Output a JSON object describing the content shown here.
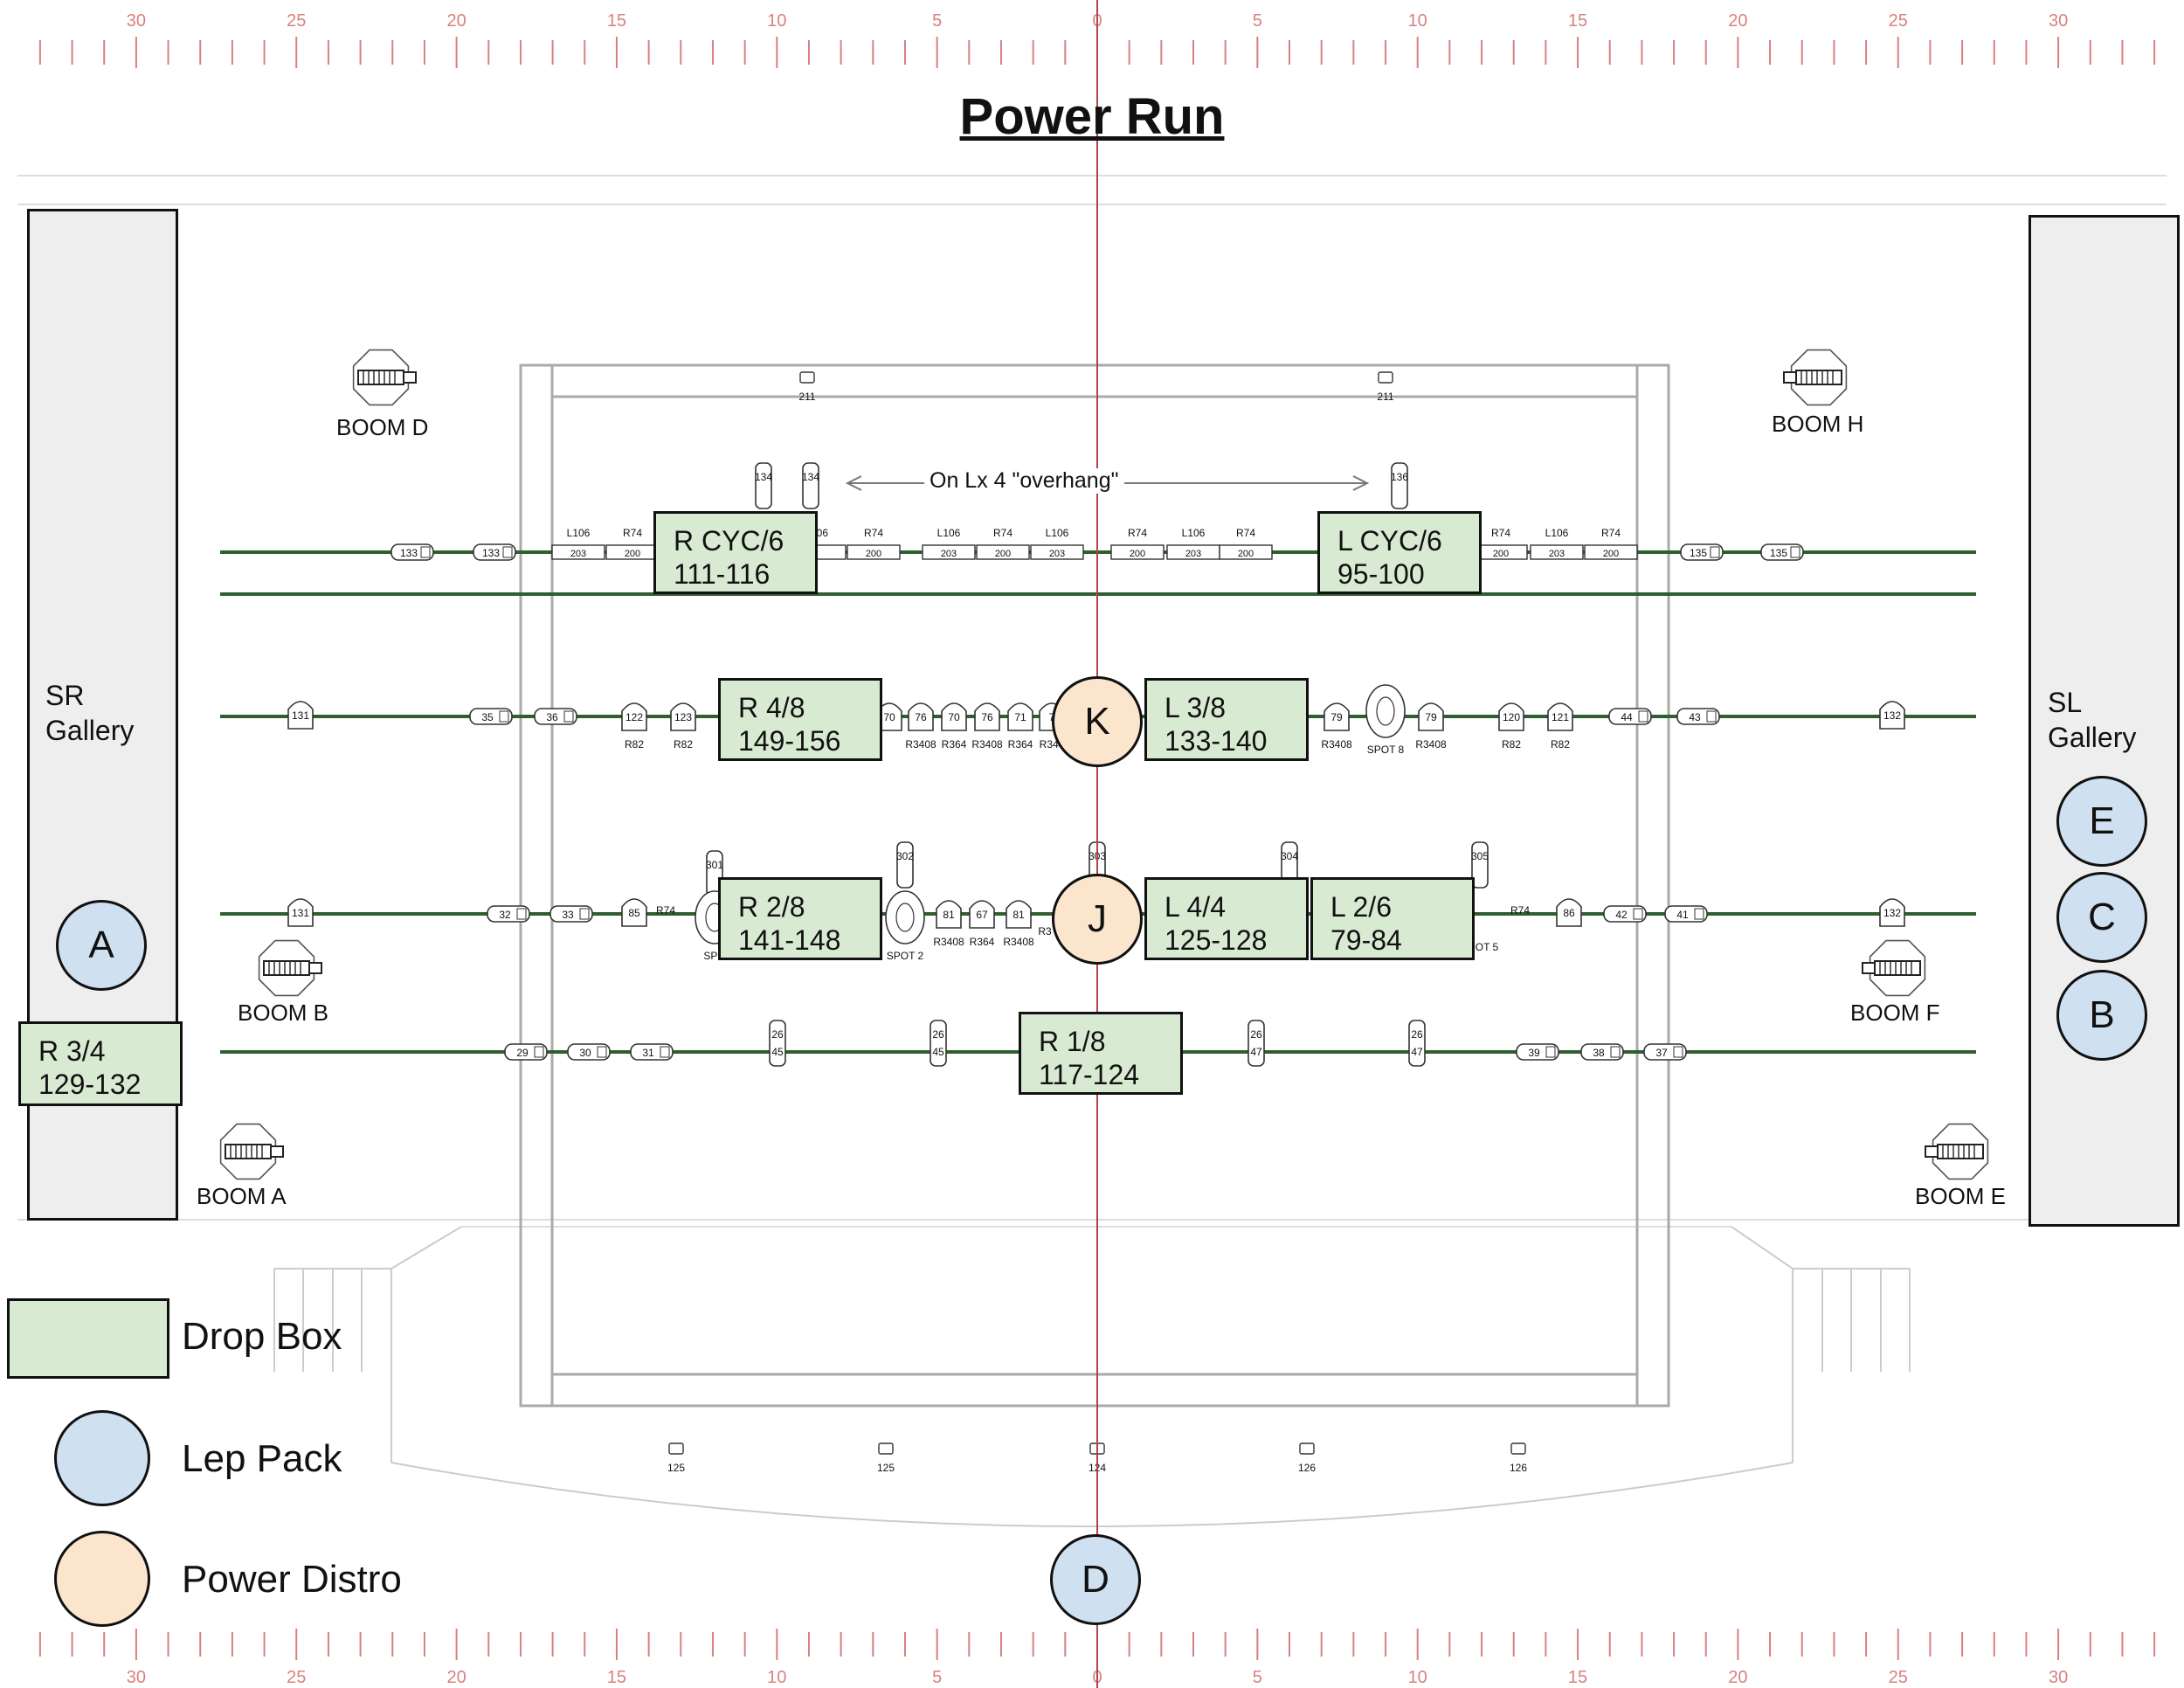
{
  "title": "Power Run",
  "ruler": {
    "labels": [
      "30",
      "25",
      "20",
      "15",
      "10",
      "5",
      "0",
      "5",
      "10",
      "15",
      "20",
      "25",
      "30"
    ]
  },
  "galleries": {
    "sr": "SR\nGallery",
    "sl": "SL\nGallery"
  },
  "booms": {
    "a": "BOOM A",
    "b": "BOOM B",
    "d": "BOOM D",
    "e": "BOOM E",
    "f": "BOOM F",
    "h": "BOOM H"
  },
  "overhang_note": "On Lx 4 \"overhang\"",
  "drop_boxes": {
    "r_cyc": {
      "name": "R CYC/6",
      "range": "111-116"
    },
    "l_cyc": {
      "name": "L CYC/6",
      "range": "95-100"
    },
    "r48": {
      "name": "R 4/8",
      "range": "149-156"
    },
    "l38": {
      "name": "L 3/8",
      "range": "133-140"
    },
    "r28": {
      "name": "R 2/8",
      "range": "141-148"
    },
    "l44": {
      "name": "L 4/4",
      "range": "125-128"
    },
    "l26": {
      "name": "L 2/6",
      "range": "79-84"
    },
    "r18": {
      "name": "R 1/8",
      "range": "117-124"
    },
    "r34": {
      "name": "R 3/4",
      "range": "129-132"
    }
  },
  "lep_packs": {
    "a": "A",
    "b": "B",
    "c": "C",
    "d": "D",
    "e": "E"
  },
  "power_distros": {
    "j": "J",
    "k": "K"
  },
  "legend": {
    "drop_box": "Drop Box",
    "lep_pack": "Lep Pack",
    "power_distro": "Power Distro"
  },
  "colors": {
    "drop_box": "#d9ead3",
    "lep_pack": "#cfe0f1",
    "power_distro": "#fce5cd",
    "pipe": "#2f5f2f",
    "centerline": "#b04545",
    "ruler": "#d98080"
  },
  "fixtures": {
    "lx4_upper": [
      "211",
      "211"
    ],
    "lx4_hang": [
      "134",
      "134",
      "136"
    ],
    "lx4": [
      "133",
      "133",
      "L106",
      "R74",
      "203",
      "200",
      "106",
      "R74",
      "L106",
      "R74",
      "L106",
      "200",
      "203",
      "200",
      "203",
      "200",
      "R74",
      "L106",
      "R74",
      "L106",
      "R74",
      "200",
      "203",
      "200",
      "203",
      "200",
      "R74",
      "L106",
      "R74",
      "200",
      "203",
      "200",
      "135",
      "135"
    ],
    "lx3": [
      "131",
      "35",
      "36",
      "122",
      "123",
      "R82",
      "R82",
      "70",
      "R364",
      "76",
      "R3408",
      "70",
      "R364",
      "76",
      "R3408",
      "71",
      "R364",
      "7",
      "R340",
      "79",
      "R3408",
      "SPOT 8",
      "79",
      "R3408",
      "120",
      "121",
      "R82",
      "R82",
      "44",
      "43",
      "132"
    ],
    "lx2": [
      "131",
      "32",
      "33",
      "85",
      "R74",
      "301",
      "SPO",
      "302",
      "SPOT 2",
      "81",
      "R3408",
      "67",
      "R364",
      "81",
      "R3408",
      "R3",
      "303",
      "304",
      "305",
      "OT 5",
      "R74",
      "86",
      "42",
      "41",
      "132"
    ],
    "lx1": [
      "29",
      "30",
      "31",
      "26",
      "45",
      "26",
      "45",
      "26",
      "47",
      "26",
      "47",
      "39",
      "38",
      "37"
    ],
    "apron": [
      "125",
      "125",
      "124",
      "126",
      "126"
    ]
  }
}
